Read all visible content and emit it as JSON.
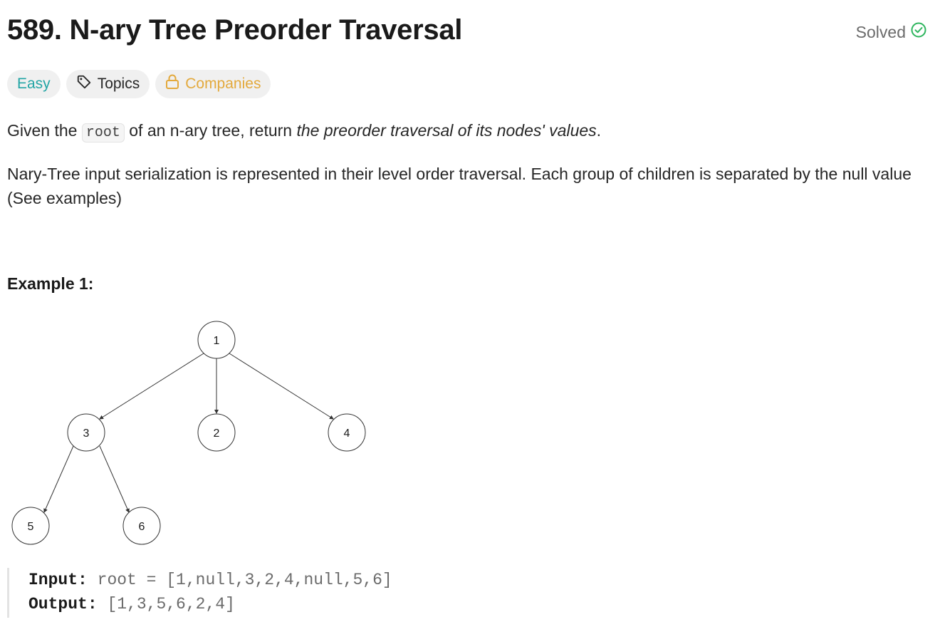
{
  "header": {
    "title": "589. N-ary Tree Preorder Traversal",
    "status": "Solved",
    "status_icon": "check-circle-icon"
  },
  "tags": {
    "difficulty": "Easy",
    "topics": "Topics",
    "companies": "Companies"
  },
  "description": {
    "p1_before": "Given the ",
    "p1_code": "root",
    "p1_middle": " of an n-ary tree, return ",
    "p1_emphasis": "the preorder traversal of its nodes' values",
    "p1_end": ".",
    "p2": "Nary-Tree input serialization is represented in their level order traversal. Each group of children is separated by the null value (See examples)"
  },
  "example": {
    "heading": "Example 1:",
    "tree_nodes": {
      "n1": "1",
      "n3": "3",
      "n2": "2",
      "n4": "4",
      "n5": "5",
      "n6": "6"
    },
    "input_label": "Input:",
    "input_value": "root = [1,null,3,2,4,null,5,6]",
    "output_label": "Output:",
    "output_value": "[1,3,5,6,2,4]"
  },
  "colors": {
    "easy": "#22a5a5",
    "companies": "#e3a93c",
    "solved_check": "#2db55d"
  }
}
